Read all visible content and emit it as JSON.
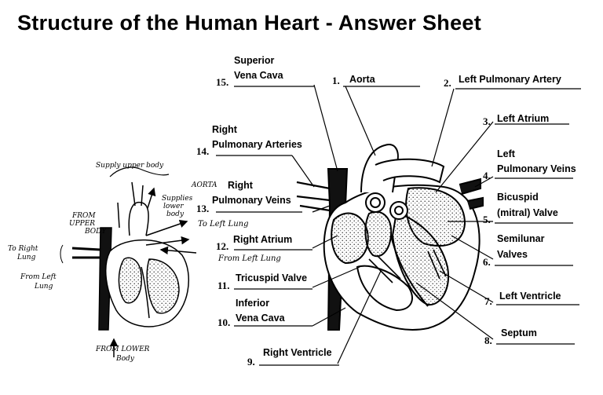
{
  "title": "Structure of the Human Heart - Answer Sheet",
  "labels": [
    {
      "num": "1.",
      "line1": "Aorta",
      "line2": ""
    },
    {
      "num": "2.",
      "line1": "Left Pulmonary Artery",
      "line2": ""
    },
    {
      "num": "3.",
      "line1": "Left Atrium",
      "line2": ""
    },
    {
      "num": "4.",
      "line1": "Left",
      "line2": "Pulmonary Veins"
    },
    {
      "num": "5.",
      "line1": "Bicuspid",
      "line2": "(mitral) Valve"
    },
    {
      "num": "6.",
      "line1": "Semilunar",
      "line2": "Valves"
    },
    {
      "num": "7.",
      "line1": "Left Ventricle",
      "line2": ""
    },
    {
      "num": "8.",
      "line1": "Septum",
      "line2": ""
    },
    {
      "num": "9.",
      "line1": "Right Ventricle",
      "line2": ""
    },
    {
      "num": "10.",
      "line1": "Inferior",
      "line2": "Vena Cava"
    },
    {
      "num": "11.",
      "line1": "Tricuspid Valve",
      "line2": ""
    },
    {
      "num": "12.",
      "line1": "Right Atrium",
      "line2": ""
    },
    {
      "num": "13.",
      "line1": "Right",
      "line2": "Pulmonary Veins"
    },
    {
      "num": "14.",
      "line1": "Right",
      "line2": "Pulmonary Arteries"
    },
    {
      "num": "15.",
      "line1": "Superior",
      "line2": "Vena Cava"
    }
  ],
  "sketch": {
    "supply_upper_body": "Supply upper body",
    "aorta": "AORTA",
    "supplies_lower_body": [
      "Supplies",
      "lower",
      "body"
    ],
    "from_upper_body": [
      "FROM",
      "UPPER",
      "BODY"
    ],
    "to_left_lung": "To Left Lung",
    "from_left_lung_right": "From Left Lung",
    "to_right_lung": [
      "To Right",
      "Lung"
    ],
    "from_left_lung_left": [
      "From Left",
      "Lung"
    ],
    "from_lower_body": [
      "FROM LOWER",
      "Body"
    ]
  }
}
